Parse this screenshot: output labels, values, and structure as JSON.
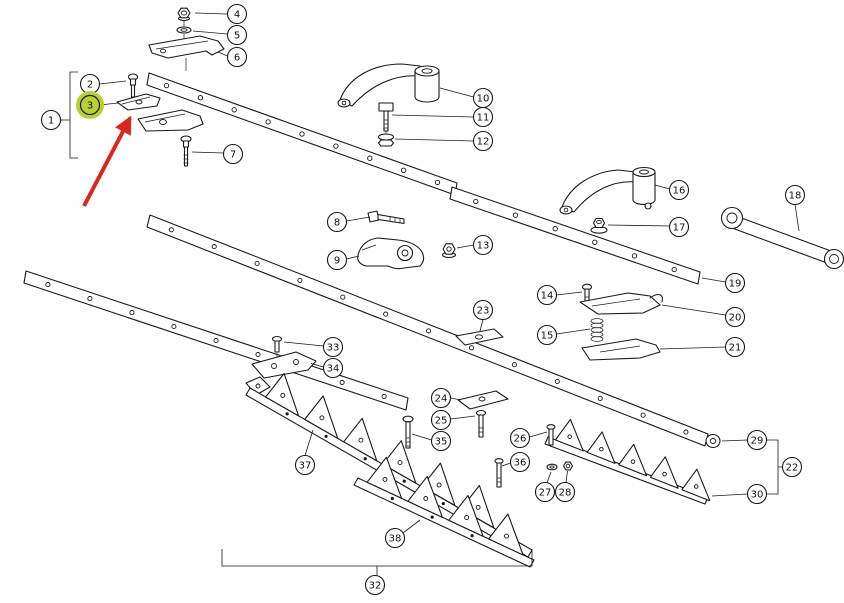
{
  "figure": {
    "background": "#ffffff",
    "line_color": "#1a1a1a",
    "highlight_color": "#b9cf35",
    "arrow_color": "#d8291c",
    "highlighted_callout": "3"
  },
  "callouts": {
    "1": {
      "label": "1",
      "highlighted": false
    },
    "2": {
      "label": "2",
      "highlighted": false
    },
    "3": {
      "label": "3",
      "highlighted": true
    },
    "4": {
      "label": "4",
      "highlighted": false
    },
    "5": {
      "label": "5",
      "highlighted": false
    },
    "6": {
      "label": "6",
      "highlighted": false
    },
    "7": {
      "label": "7",
      "highlighted": false
    },
    "8": {
      "label": "8",
      "highlighted": false
    },
    "9": {
      "label": "9",
      "highlighted": false
    },
    "10": {
      "label": "10",
      "highlighted": false
    },
    "11": {
      "label": "11",
      "highlighted": false
    },
    "12": {
      "label": "12",
      "highlighted": false
    },
    "13": {
      "label": "13",
      "highlighted": false
    },
    "14": {
      "label": "14",
      "highlighted": false
    },
    "15": {
      "label": "15",
      "highlighted": false
    },
    "16": {
      "label": "16",
      "highlighted": false
    },
    "17": {
      "label": "17",
      "highlighted": false
    },
    "18": {
      "label": "18",
      "highlighted": false
    },
    "19": {
      "label": "19",
      "highlighted": false
    },
    "20": {
      "label": "20",
      "highlighted": false
    },
    "21": {
      "label": "21",
      "highlighted": false
    },
    "22": {
      "label": "22",
      "highlighted": false
    },
    "23": {
      "label": "23",
      "highlighted": false
    },
    "24": {
      "label": "24",
      "highlighted": false
    },
    "25": {
      "label": "25",
      "highlighted": false
    },
    "26": {
      "label": "26",
      "highlighted": false
    },
    "27": {
      "label": "27",
      "highlighted": false
    },
    "28": {
      "label": "28",
      "highlighted": false
    },
    "29": {
      "label": "29",
      "highlighted": false
    },
    "30": {
      "label": "30",
      "highlighted": false
    },
    "32": {
      "label": "32",
      "highlighted": false
    },
    "33": {
      "label": "33",
      "highlighted": false
    },
    "34": {
      "label": "34",
      "highlighted": false
    },
    "35": {
      "label": "35",
      "highlighted": false
    },
    "36": {
      "label": "36",
      "highlighted": false
    },
    "37": {
      "label": "37",
      "highlighted": false
    },
    "38": {
      "label": "38",
      "highlighted": false
    }
  }
}
